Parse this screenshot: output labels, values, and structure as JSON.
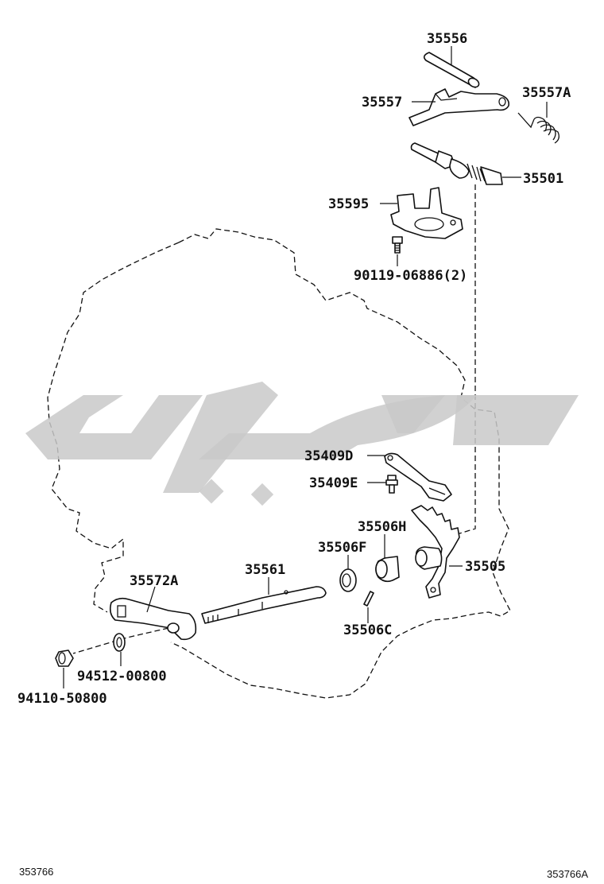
{
  "parts": [
    {
      "id": "p35556",
      "number": "35556"
    },
    {
      "id": "p35557",
      "number": "35557"
    },
    {
      "id": "p35557A",
      "number": "35557A"
    },
    {
      "id": "p35501",
      "number": "35501"
    },
    {
      "id": "p35595",
      "number": "35595"
    },
    {
      "id": "p90119",
      "number": "90119-06886(2)"
    },
    {
      "id": "p35409D",
      "number": "35409D"
    },
    {
      "id": "p35409E",
      "number": "35409E"
    },
    {
      "id": "p35506H",
      "number": "35506H"
    },
    {
      "id": "p35506F",
      "number": "35506F"
    },
    {
      "id": "p35505",
      "number": "35505"
    },
    {
      "id": "p35572A",
      "number": "35572A"
    },
    {
      "id": "p35561",
      "number": "35561"
    },
    {
      "id": "p35506C",
      "number": "35506C"
    },
    {
      "id": "p94512",
      "number": "94512-00800"
    },
    {
      "id": "p94110",
      "number": "94110-50800"
    }
  ],
  "footer": {
    "left_code": "353766",
    "right_code": "353766A"
  },
  "colors": {
    "line": "#111111",
    "watermark": "#c9c9c9",
    "background": "#ffffff"
  }
}
